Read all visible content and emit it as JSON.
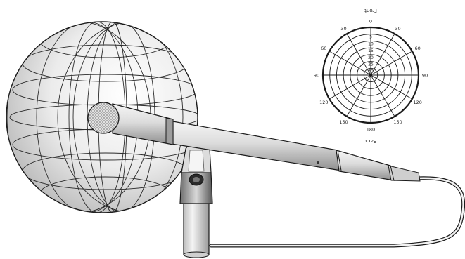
{
  "polar_plot": {
    "top_label": "Front",
    "bottom_label": "Back",
    "angle_labels": [
      "0",
      "30",
      "60",
      "90",
      "120",
      "150",
      "180",
      "150",
      "120",
      "90",
      "60",
      "30"
    ],
    "db_labels": [
      "5",
      "10",
      "15",
      "20",
      "25",
      "30"
    ],
    "pattern": "omnidirectional"
  },
  "illustration": {
    "subject": "microphone-on-stand-with-cable",
    "pickup_sphere": "omnidirectional pickup field"
  },
  "colors": {
    "outline": "#1a1a1a",
    "sphere_light": "#fafafa",
    "sphere_dark": "#bdbdbd",
    "metal_light": "#f2f2f2",
    "metal_dark": "#8a8a8a",
    "clip_dark": "#5a5a5a"
  }
}
